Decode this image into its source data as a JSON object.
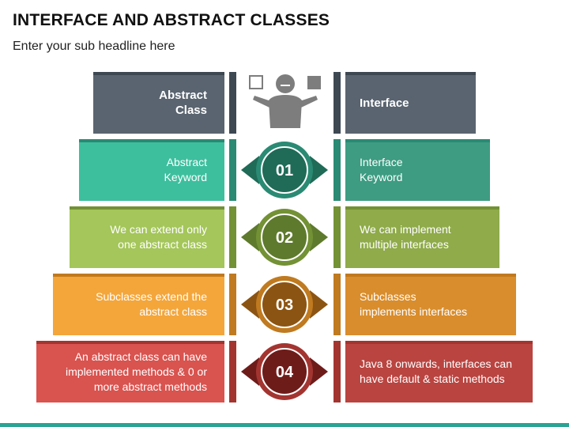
{
  "title": "INTERFACE AND ABSTRACT CLASSES",
  "subtitle": "Enter your sub headline here",
  "header": {
    "left_label": "Abstract\nClass",
    "right_label": "Interface",
    "color": "#5a6470",
    "stripe": "#3e4853"
  },
  "rows": [
    {
      "number": "01",
      "left": "Abstract\nKeyword",
      "right": "Interface\nKeyword",
      "color_left": "#3dbf9e",
      "color_right": "#3d9c82",
      "stripe": "#2a8a73",
      "circle": "#1f6b57"
    },
    {
      "number": "02",
      "left": "We can extend only\none abstract class",
      "right": "We can implement\nmultiple interfaces",
      "color_left": "#a4c65a",
      "color_right": "#8fab4a",
      "stripe": "#739135",
      "circle": "#5e7a2c"
    },
    {
      "number": "03",
      "left": "Subclasses extend the\nabstract class",
      "right": "Subclasses\nimplements interfaces",
      "color_left": "#f4a63b",
      "color_right": "#d98d2c",
      "stripe": "#c07a1f",
      "circle": "#8c5412"
    },
    {
      "number": "04",
      "left": "An abstract class can have\nimplemented methods & 0 or\nmore abstract methods",
      "right": "Java 8 onwards, interfaces can\nhave default & static methods",
      "color_left": "#d9534f",
      "color_right": "#b94440",
      "stripe": "#a33531",
      "circle": "#6e1c1a"
    }
  ],
  "icon": "person-choosing-icon",
  "accent_bottom": "#2aa394"
}
